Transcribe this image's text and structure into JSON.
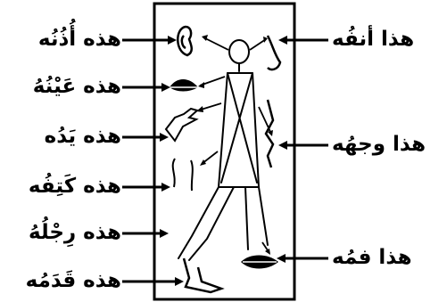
{
  "labels_left": [
    {
      "id": "ear",
      "text": "هذه أُذُنُه"
    },
    {
      "id": "eye",
      "text": "هذه عَيْنُهُ"
    },
    {
      "id": "hand",
      "text": "هذه يَدُه"
    },
    {
      "id": "shoulder",
      "text": "هذه كَتِفُه"
    },
    {
      "id": "leg",
      "text": "هذه رِجْلُهُ"
    },
    {
      "id": "foot",
      "text": "هذه قَدَمُه"
    }
  ],
  "labels_right": [
    {
      "id": "nose",
      "text": "هذا أنفُه"
    },
    {
      "id": "face",
      "text": "هذا وجهُه"
    },
    {
      "id": "mouth",
      "text": "هذا فمُه"
    }
  ]
}
